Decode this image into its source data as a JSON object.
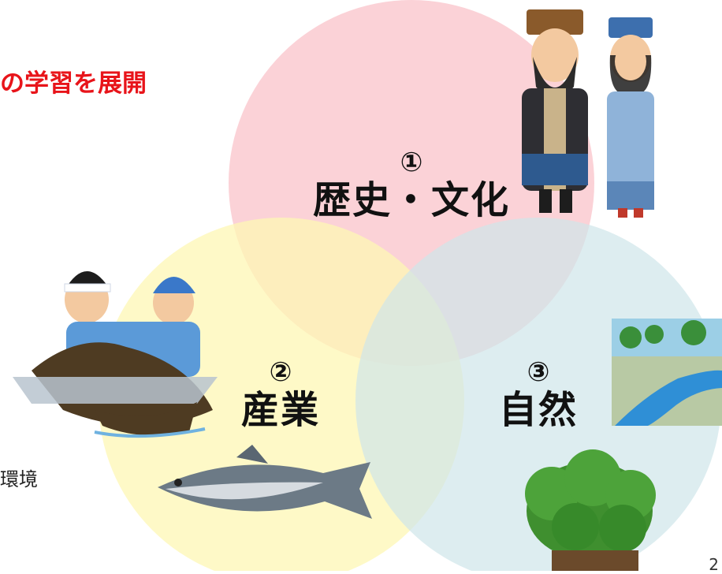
{
  "slide": {
    "title": "の学習を展開",
    "side_text": "環境",
    "page_number": "2"
  },
  "circles": [
    {
      "id": "history",
      "number": "①",
      "label": "歴史・文化",
      "color": "#f9c3c9"
    },
    {
      "id": "industry",
      "number": "②",
      "label": "産業",
      "color": "#fdf7b4"
    },
    {
      "id": "nature",
      "number": "③",
      "label": "自然",
      "color": "#cfe5ea"
    }
  ],
  "illustrations": [
    {
      "name": "ainu-couple-illustration"
    },
    {
      "name": "kelp-harvest-fishermen-illustration"
    },
    {
      "name": "salmon-illustration"
    },
    {
      "name": "river-landscape-illustration"
    },
    {
      "name": "forest-trees-illustration"
    }
  ]
}
